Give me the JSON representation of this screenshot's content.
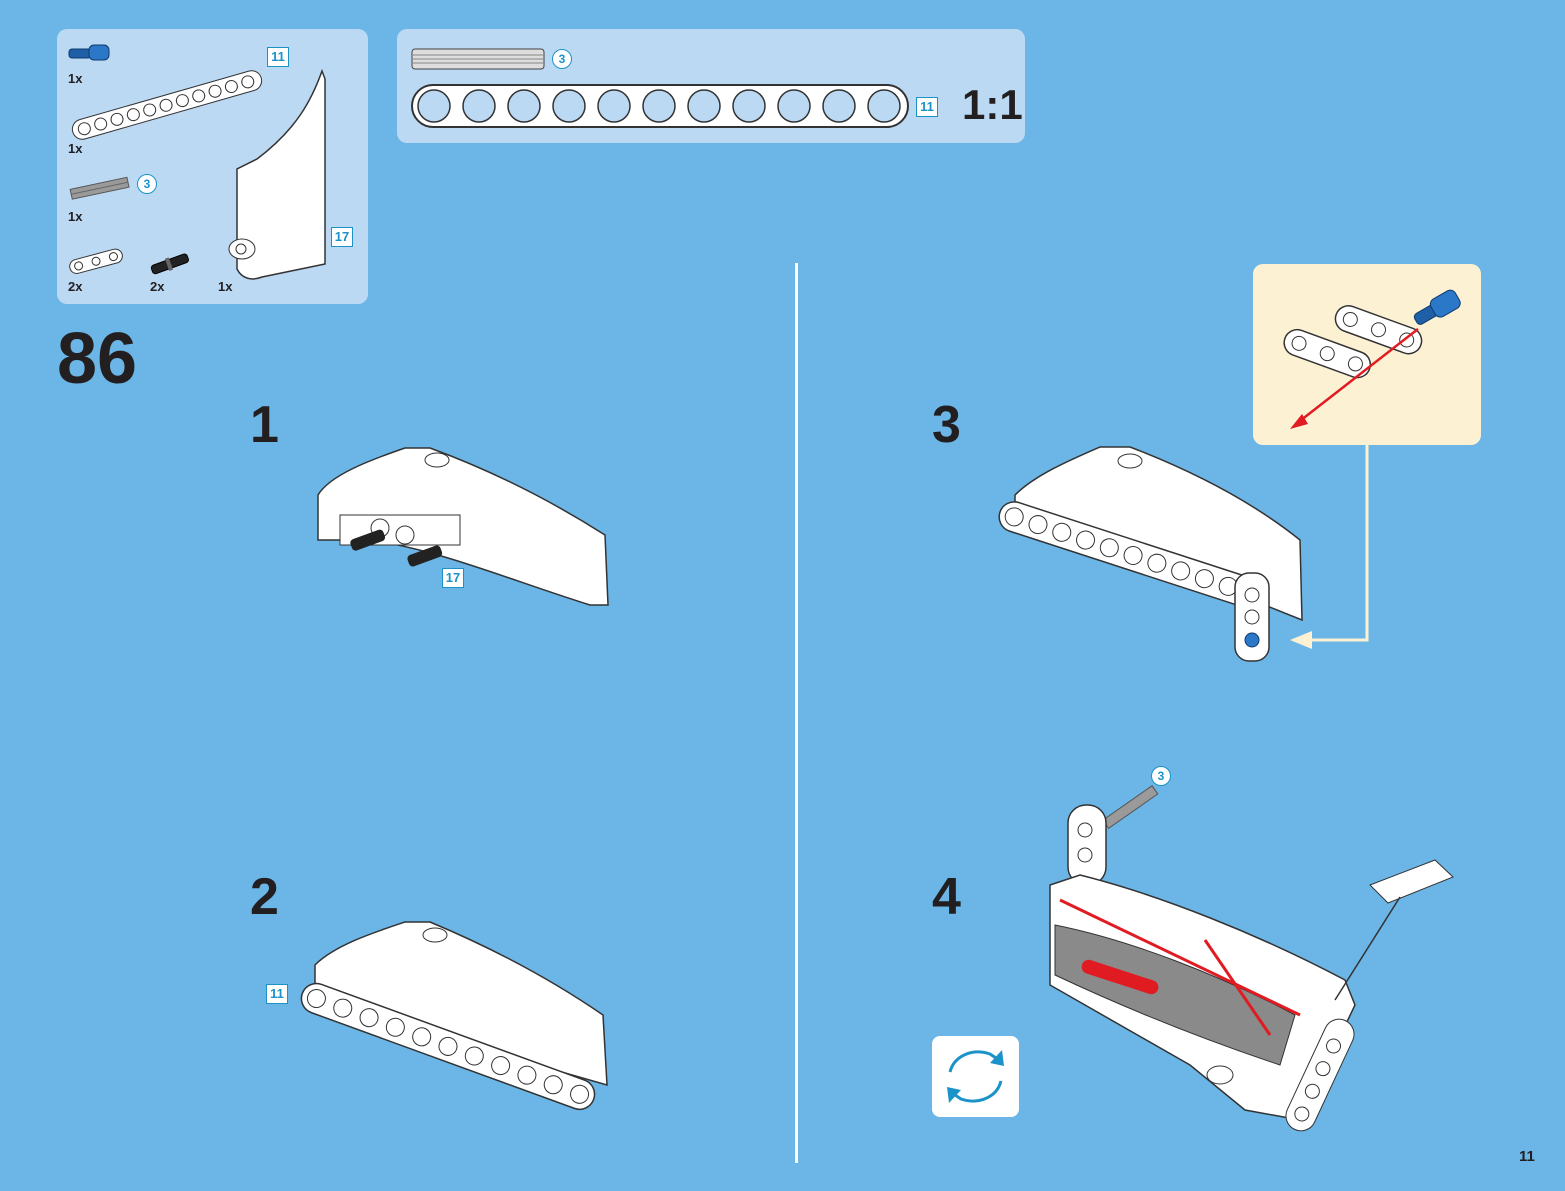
{
  "parts_list": {
    "items": [
      {
        "name": "blue-pin",
        "qty": "1x"
      },
      {
        "name": "beam-11",
        "qty": "1x",
        "length": "11"
      },
      {
        "name": "axle-3",
        "qty": "1x",
        "length": "3"
      },
      {
        "name": "thin-liftarm",
        "qty": "2x"
      },
      {
        "name": "black-pin",
        "qty": "2x"
      },
      {
        "name": "panel-17",
        "qty": "1x",
        "length": "17"
      }
    ]
  },
  "scale_panel": {
    "axle_length": "3",
    "beam_length": "11",
    "scale_label": "1:1"
  },
  "main_step": "86",
  "substeps": [
    {
      "number": "1",
      "callout": "17"
    },
    {
      "number": "2",
      "callout": "11"
    },
    {
      "number": "3"
    },
    {
      "number": "4",
      "callout": "3"
    }
  ],
  "page_number": "11",
  "colors": {
    "background": "#6bb6e6",
    "panel": "#bcd9f4",
    "callout_bg": "#fdf1d4",
    "accent": "#1b93c9",
    "arrow_red": "#e11b22"
  }
}
